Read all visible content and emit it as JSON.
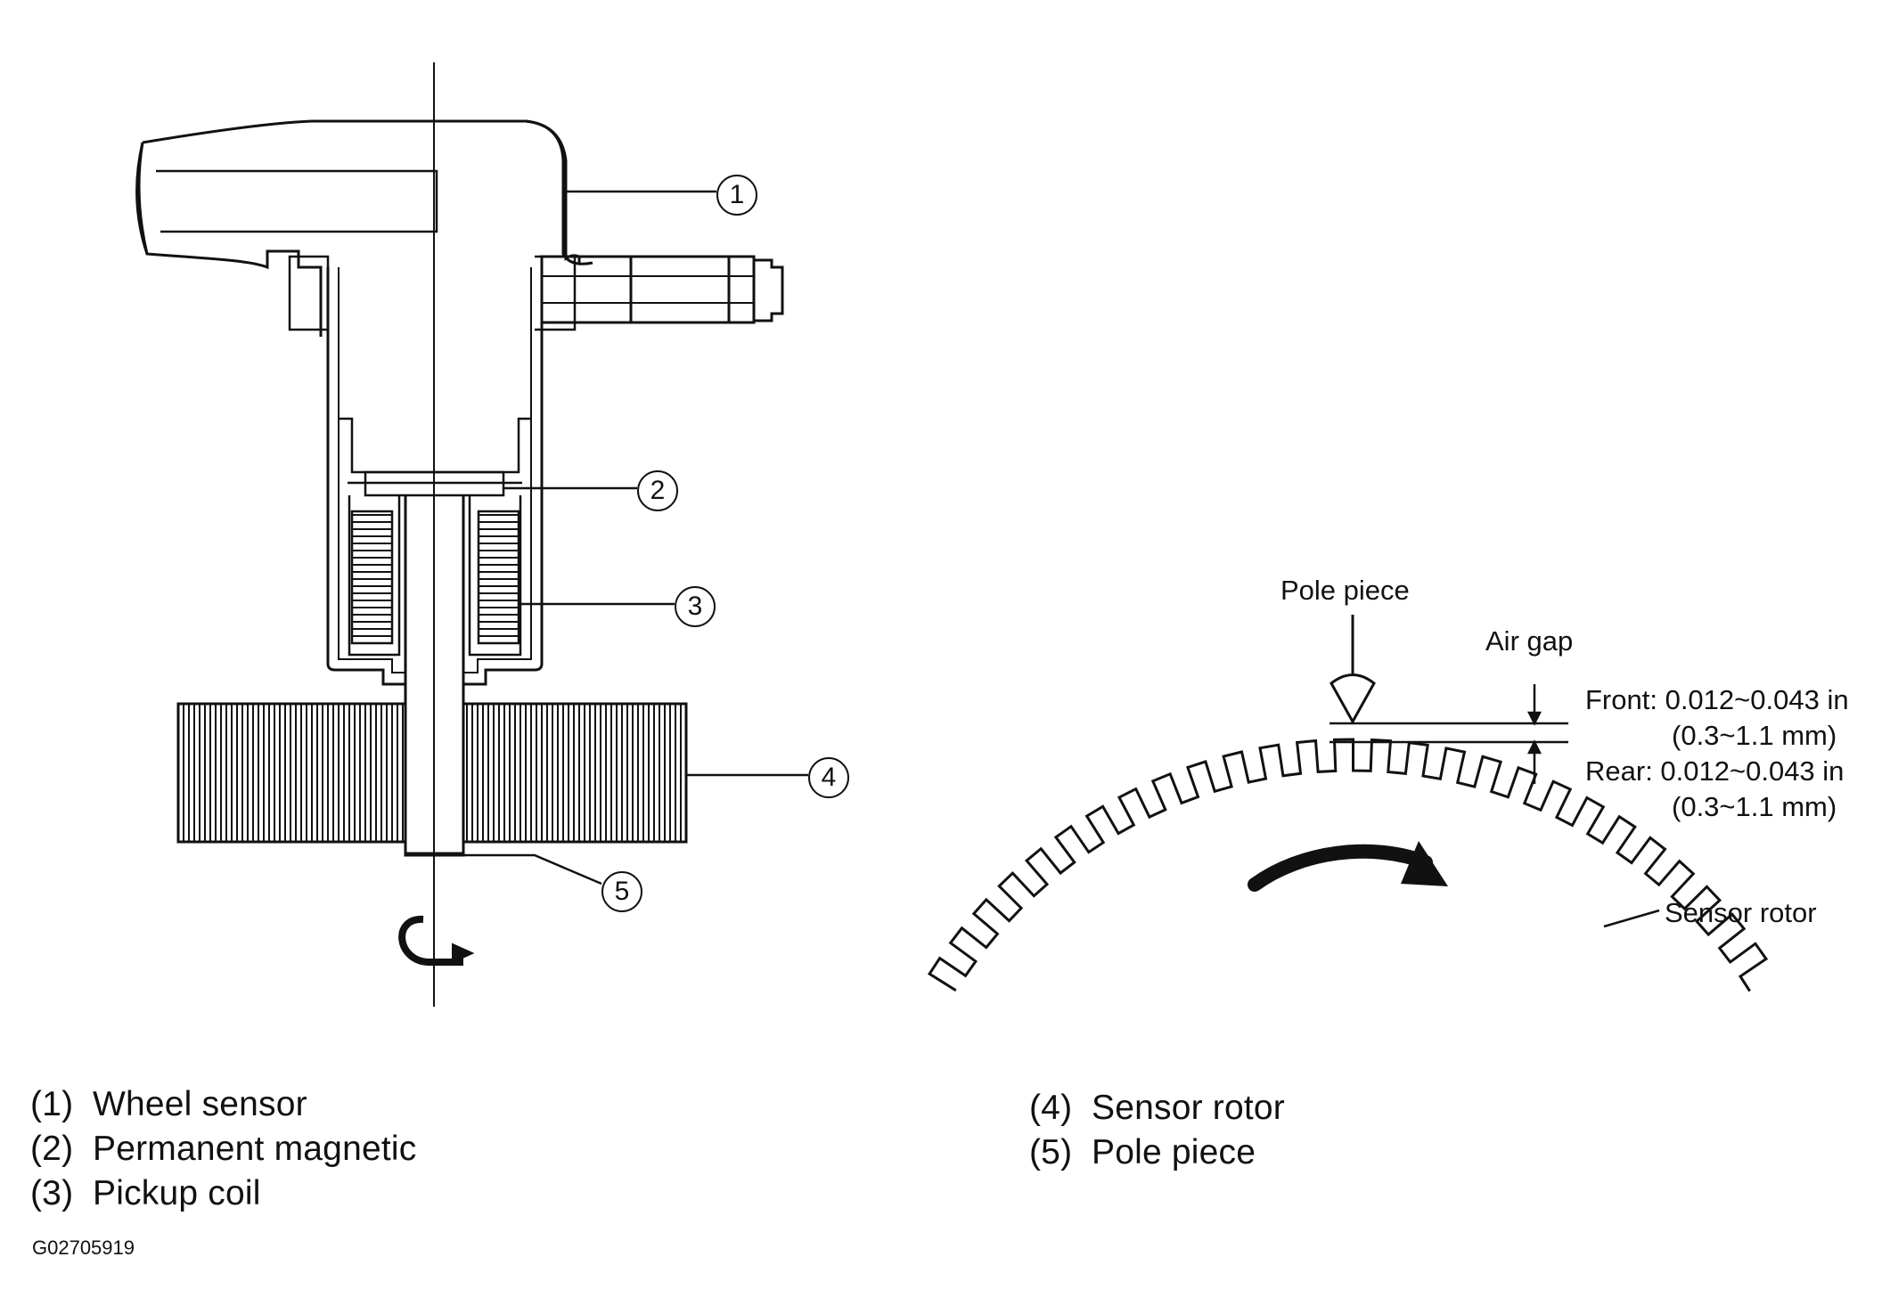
{
  "callouts": [
    "1",
    "2",
    "3",
    "4",
    "5"
  ],
  "labels": {
    "pole_piece": "Pole piece",
    "air_gap": "Air gap",
    "front_line1": "Front: 0.012~0.043 in",
    "front_line2": "(0.3~1.1 mm)",
    "rear_line1": "Rear: 0.012~0.043 in",
    "rear_line2": "(0.3~1.1 mm)",
    "sensor_rotor": "Sensor rotor"
  },
  "legend": [
    {
      "num": "(1)",
      "text": "Wheel sensor"
    },
    {
      "num": "(2)",
      "text": "Permanent magnetic"
    },
    {
      "num": "(3)",
      "text": "Pickup coil"
    },
    {
      "num": "(4)",
      "text": "Sensor rotor"
    },
    {
      "num": "(5)",
      "text": "Pole piece"
    }
  ],
  "figure_code": "G02705919",
  "colors": {
    "ink": "#111111",
    "paper": "#ffffff"
  }
}
